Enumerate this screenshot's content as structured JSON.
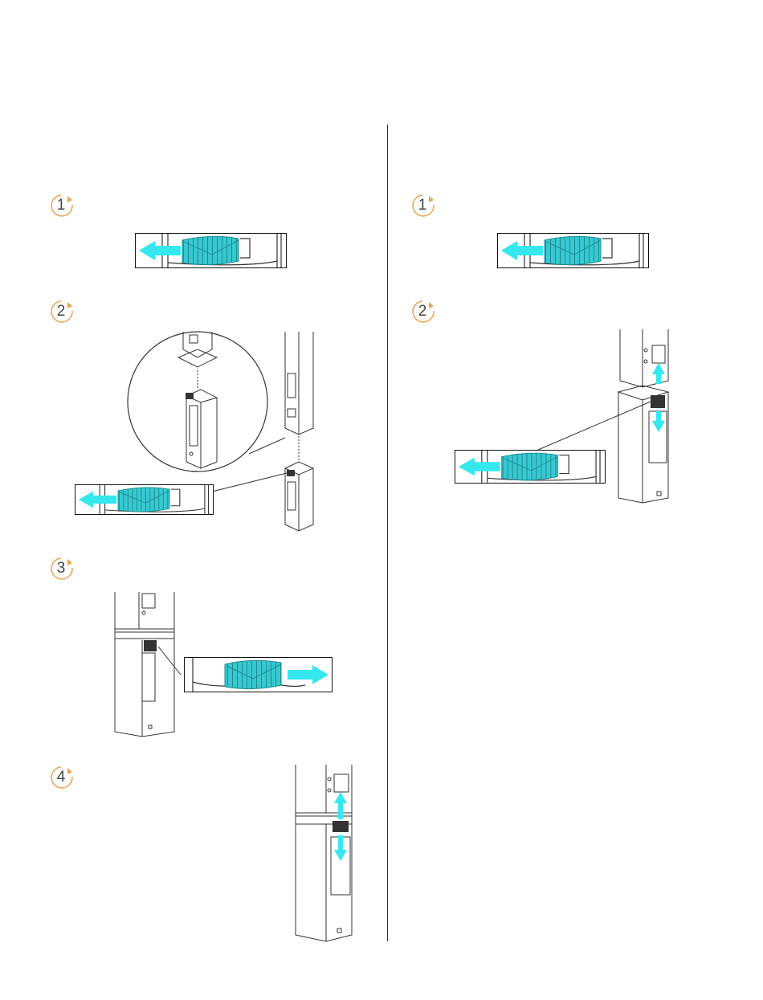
{
  "steps": {
    "left": [
      "1",
      "2",
      "3",
      "4"
    ],
    "right": [
      "1",
      "2"
    ]
  },
  "colors": {
    "accent_orange": "#F0A050",
    "arrow_cyan": "#35E8EE",
    "tab_teal": "#38C8D0",
    "line": "#333333"
  },
  "icons": {
    "step_badge": "circular-arrow-icon",
    "slide_left": "arrow-left-icon",
    "slide_right": "arrow-right-icon",
    "up": "arrow-up-icon",
    "down": "arrow-down-icon"
  }
}
